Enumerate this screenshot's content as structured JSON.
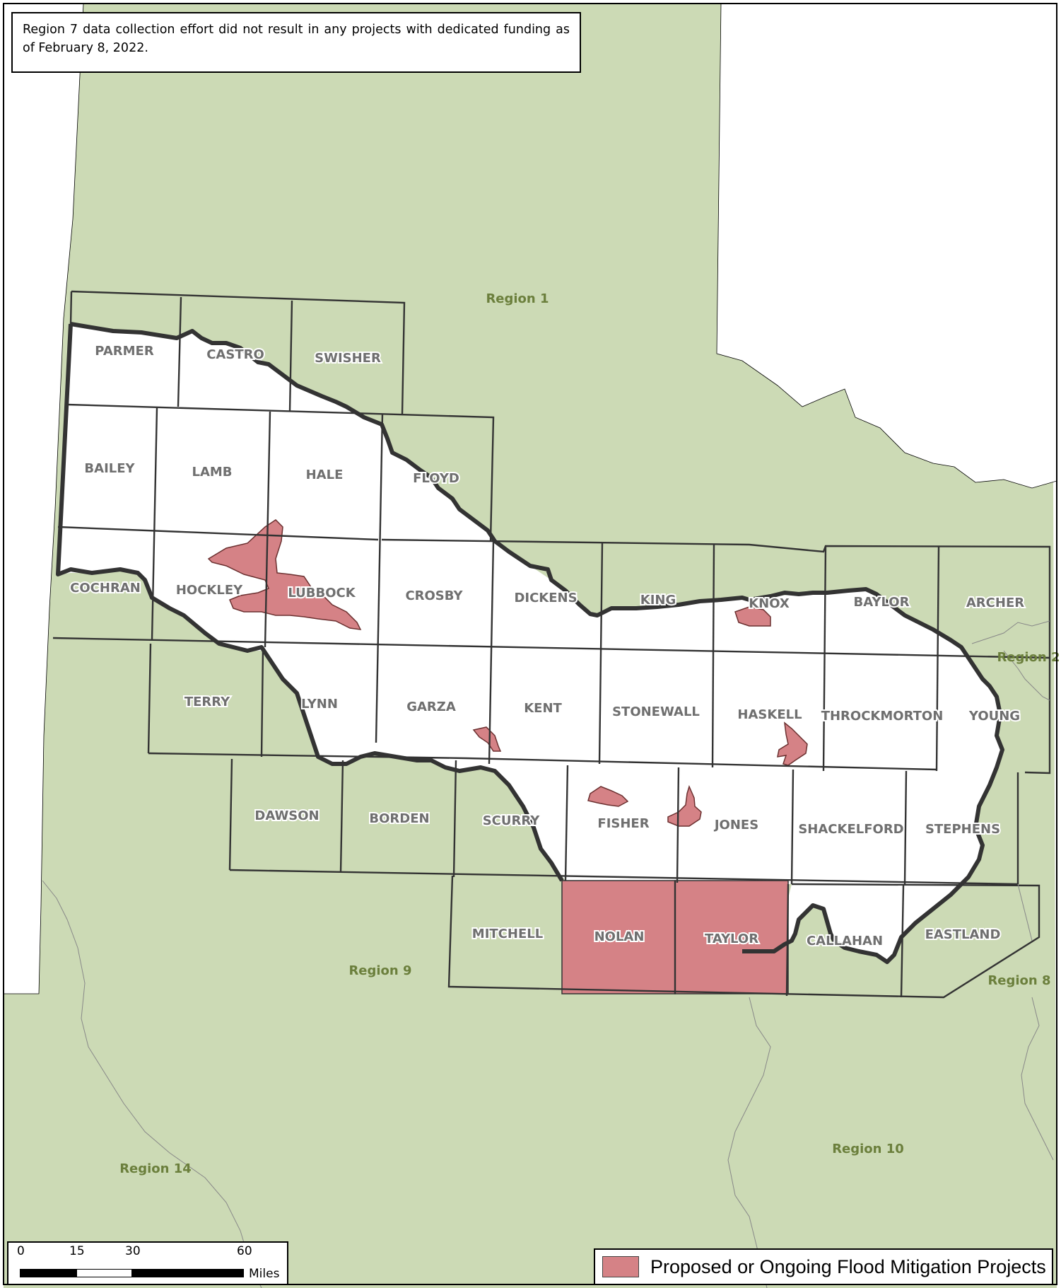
{
  "note": "Region 7 data collection effort did not result in any projects with dedicated funding as of February 8, 2022.",
  "legend": {
    "label": "Proposed or Ongoing Flood Mitigation Projects",
    "color": "#d58286"
  },
  "scale": {
    "ticks": [
      "0",
      "15",
      "30",
      "60"
    ],
    "unit": "Miles"
  },
  "colors": {
    "region_fill": "#ccdab5",
    "county_fill": "#ffffff",
    "project_fill": "#d58286"
  },
  "counties": {
    "parmer": "PARMER",
    "castro": "CASTRO",
    "swisher": "SWISHER",
    "bailey": "BAILEY",
    "lamb": "LAMB",
    "hale": "HALE",
    "floyd": "FLOYD",
    "cochran": "COCHRAN",
    "hockley": "HOCKLEY",
    "lubbock": "LUBBOCK",
    "crosby": "CROSBY",
    "dickens": "DICKENS",
    "king": "KING",
    "knox": "KNOX",
    "baylor": "BAYLOR",
    "archer": "ARCHER",
    "terry": "TERRY",
    "lynn": "LYNN",
    "garza": "GARZA",
    "kent": "KENT",
    "stonewall": "STONEWALL",
    "haskell": "HASKELL",
    "throckmorton": "THROCKMORTON",
    "young": "YOUNG",
    "dawson": "DAWSON",
    "borden": "BORDEN",
    "scurry": "SCURRY",
    "fisher": "FISHER",
    "jones": "JONES",
    "shackelford": "SHACKELFORD",
    "stephens": "STEPHENS",
    "mitchell": "MITCHELL",
    "nolan": "NOLAN",
    "taylor": "TAYLOR",
    "callahan": "CALLAHAN",
    "eastland": "EASTLAND"
  },
  "regions": {
    "r1": "Region 1",
    "r2": "Region 2",
    "r8": "Region 8",
    "r9": "Region 9",
    "r10": "Region 10",
    "r14": "Region 14"
  }
}
